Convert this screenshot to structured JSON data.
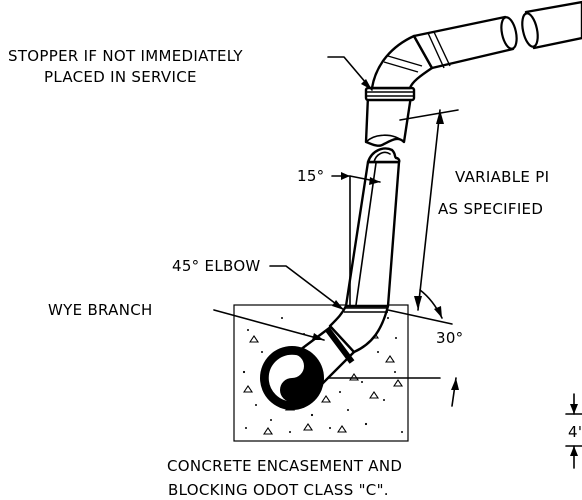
{
  "labels": {
    "stopper_line1": "STOPPER IF NOT IMMEDIATELY",
    "stopper_line2": "PLACED IN SERVICE",
    "angle_15": "15°",
    "variable_line1": "VARIABLE PI",
    "variable_line2": "AS SPECIFIED",
    "elbow_45": "45° ELBOW",
    "wye_branch": "WYE BRANCH",
    "angle_30": "30°",
    "dim_4": "4'",
    "concrete_line1": "CONCRETE ENCASEMENT AND",
    "concrete_line2": "BLOCKING ODOT CLASS \"C\"."
  }
}
